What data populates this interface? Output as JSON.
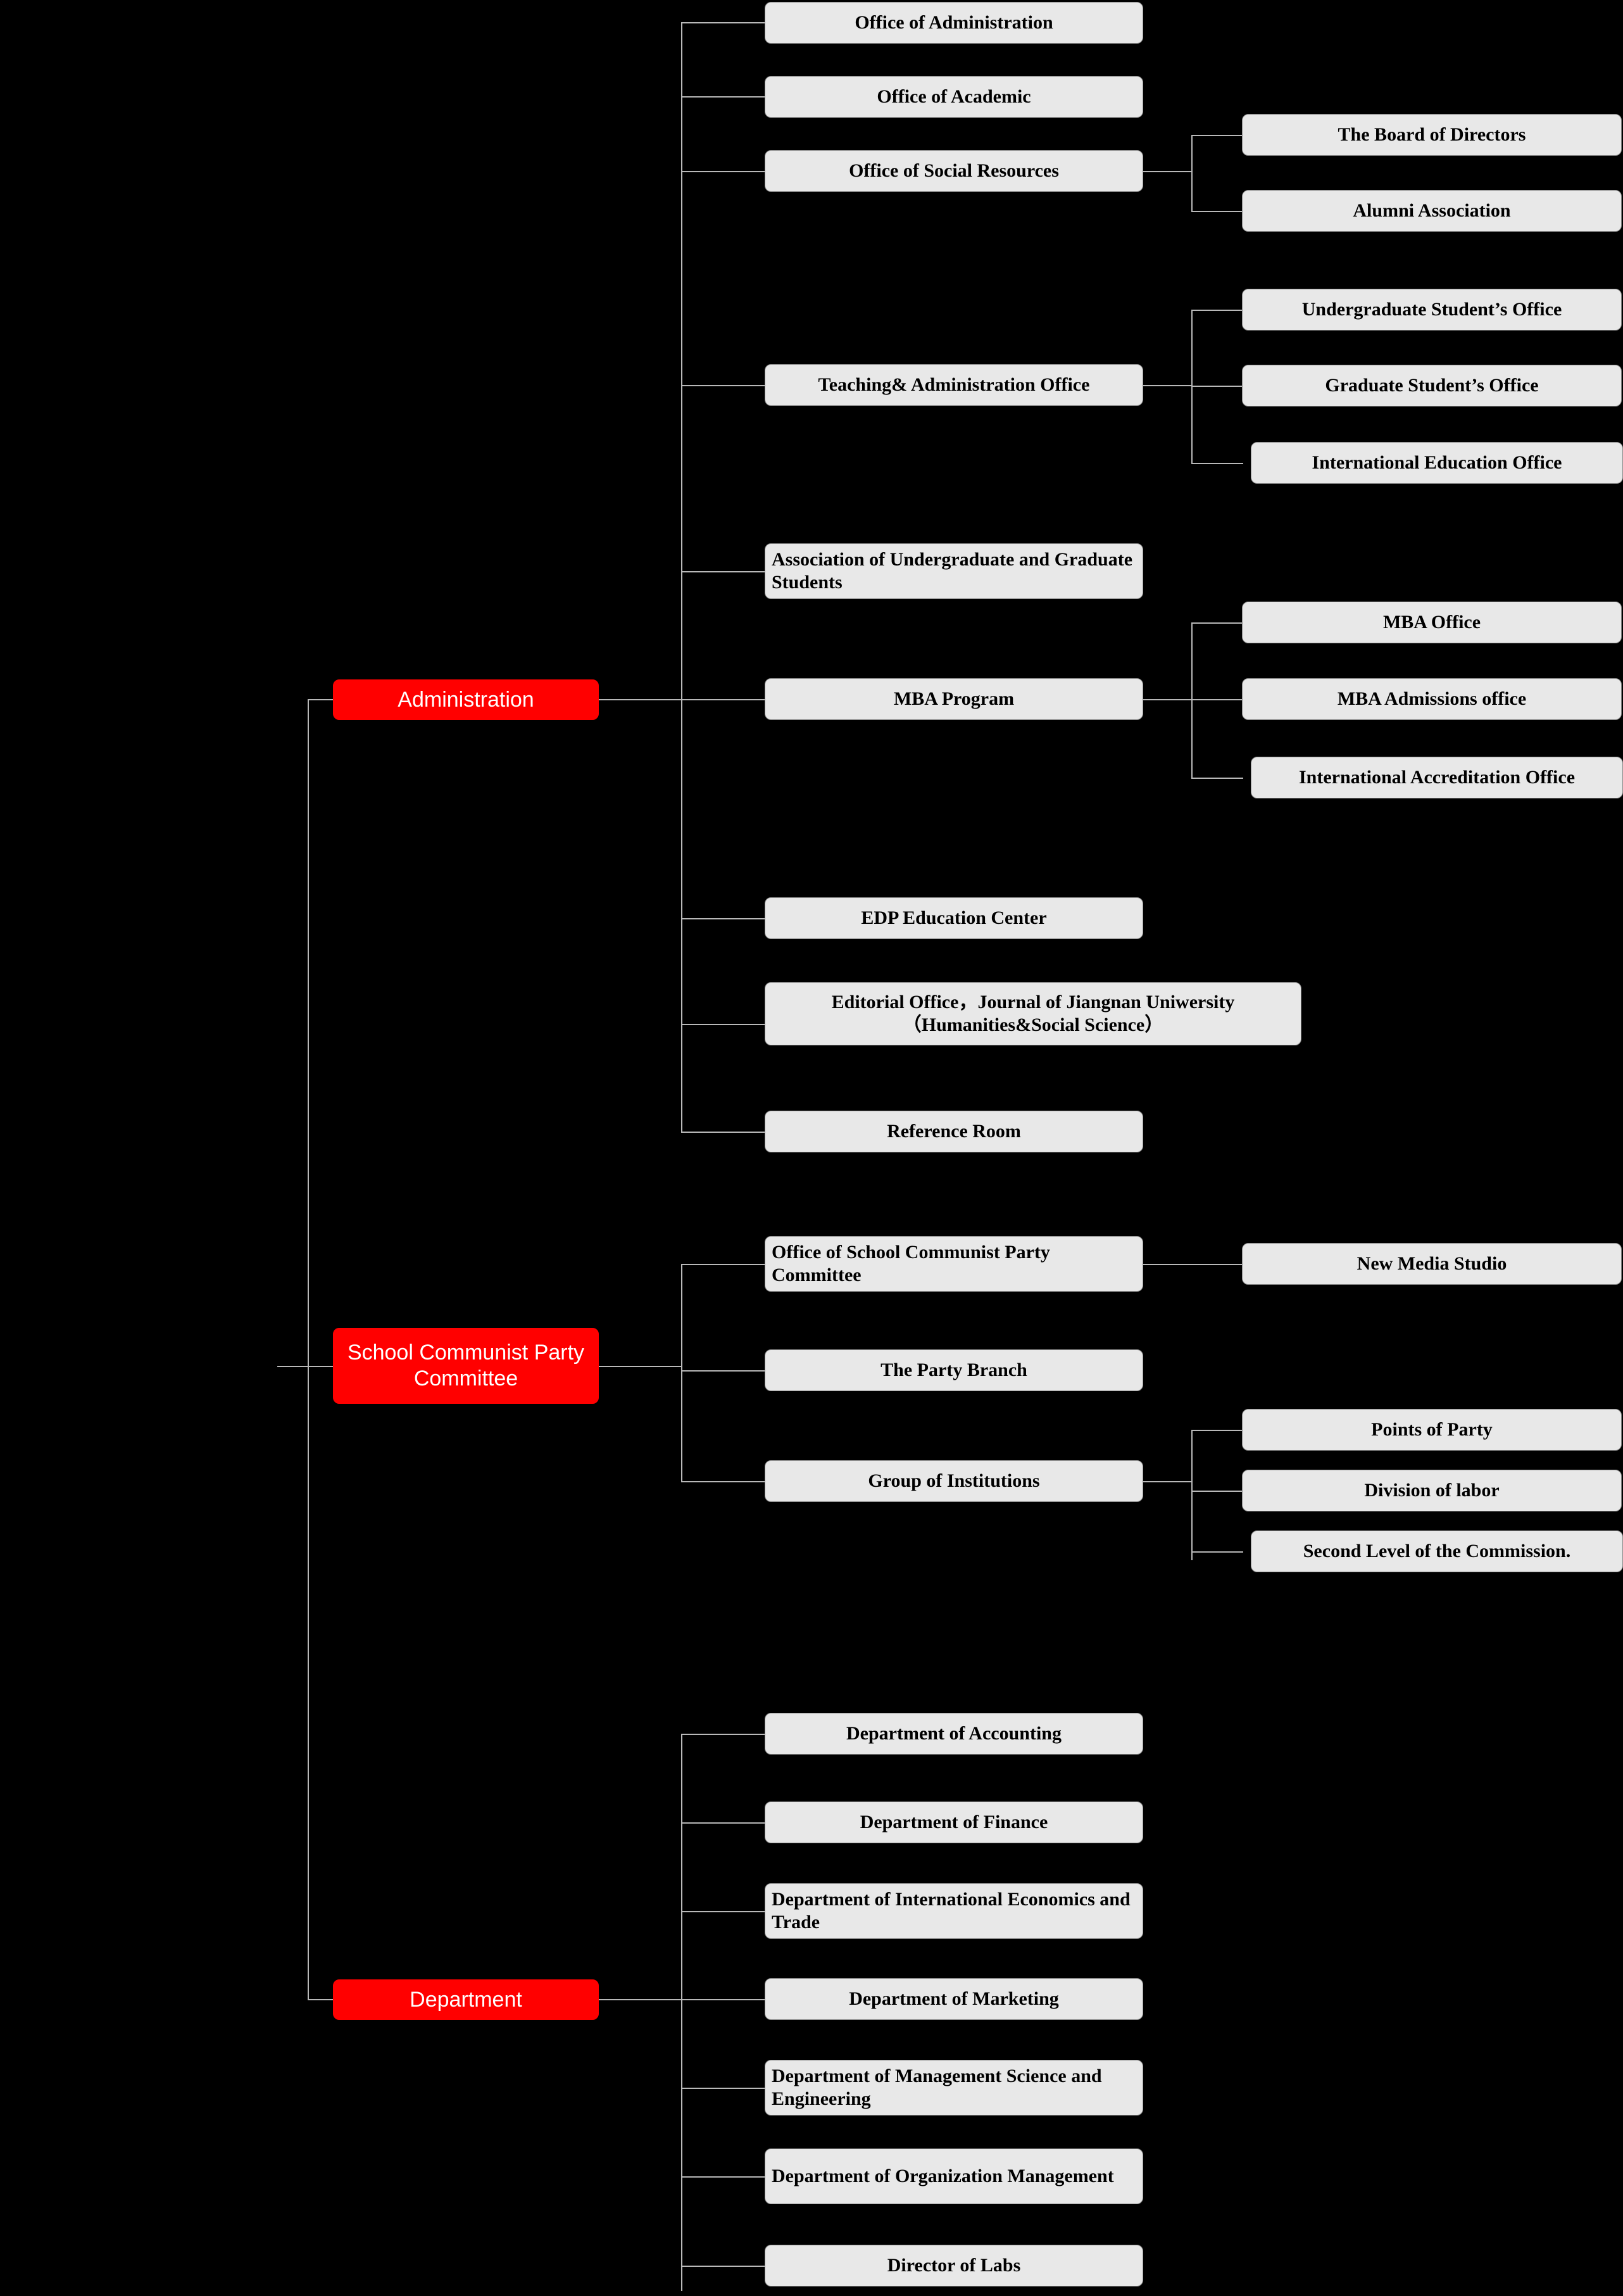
{
  "diagram": {
    "title": "Organization Chart",
    "colors": {
      "background": "#000000",
      "node_fill": "#e8e8e8",
      "node_border": "#8a8a8a",
      "accent": "#ff0000",
      "accent_text": "#ffffff",
      "connector": "#b9b9b9"
    },
    "branches": {
      "administration": {
        "label": "Administration",
        "children": [
          {
            "label": "Office of Administration"
          },
          {
            "label": "Office of Academic"
          },
          {
            "label": "Office of Social Resources"
          },
          {
            "label": "Teaching& Administration Office"
          },
          {
            "label": "Association of Undergraduate and Graduate Students"
          },
          {
            "label": "MBA Program"
          },
          {
            "label": "EDP Education Center"
          },
          {
            "label": "Editorial Office，Journal of Jiangnan Uniwersity（Humanities&Social Science）"
          },
          {
            "label": "Reference Room"
          }
        ],
        "grandchildren": {
          "social_resources": [
            {
              "label": "The Board of Directors"
            },
            {
              "label": "Alumni Association"
            }
          ],
          "teaching_admin": [
            {
              "label": "Undergraduate Student’s Office"
            },
            {
              "label": "Graduate Student’s Office"
            },
            {
              "label": "International Education Office"
            }
          ],
          "mba_program": [
            {
              "label": "MBA Office"
            },
            {
              "label": "MBA Admissions office"
            },
            {
              "label": "International Accreditation Office"
            }
          ]
        }
      },
      "party_committee": {
        "label": "School Communist Party Committee",
        "children": [
          {
            "label": "Office of School Communist Party Committee"
          },
          {
            "label": "The Party Branch"
          },
          {
            "label": "Group of Institutions"
          }
        ],
        "grandchildren": {
          "party_office": [
            {
              "label": "New Media Studio"
            }
          ],
          "group_of_institutions": [
            {
              "label": "Points of Party"
            },
            {
              "label": "Division of labor"
            },
            {
              "label": "Second Level of the Commission."
            }
          ]
        }
      },
      "department": {
        "label": "Department",
        "children": [
          {
            "label": "Department of Accounting"
          },
          {
            "label": "Department of Finance"
          },
          {
            "label": "Department of International Economics and Trade"
          },
          {
            "label": "Department of Marketing"
          },
          {
            "label": "Department of Management Science and Engineering"
          },
          {
            "label": "Department of Organization Management"
          },
          {
            "label": "Director of Labs"
          }
        ]
      }
    }
  }
}
